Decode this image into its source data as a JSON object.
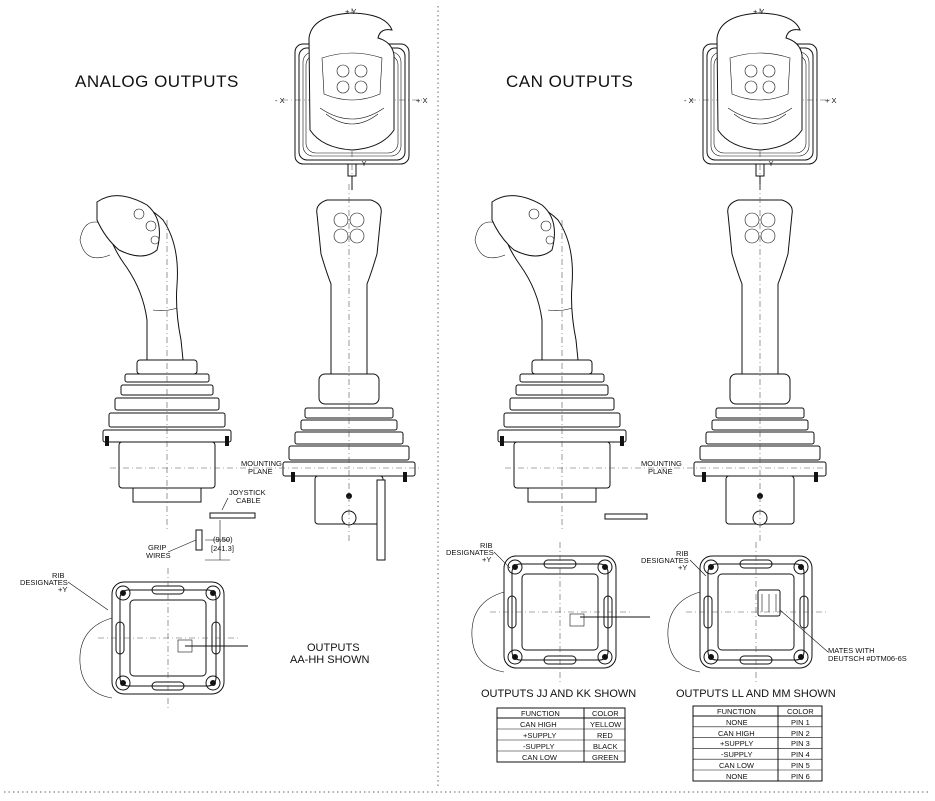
{
  "analog": {
    "title": "ANALOG OUTPUTS",
    "axis_py": "+ Y",
    "axis_mx": "- X",
    "axis_px": "+ X",
    "axis_my": "- Y",
    "mounting_plane_line1": "MOUNTING",
    "mounting_plane_line2": "PLANE",
    "joystick_cable_line1": "JOYSTICK",
    "joystick_cable_line2": "CABLE",
    "grip_wires_line1": "GRIP",
    "grip_wires_line2": "WIRES",
    "dim_in": "(9.50)",
    "dim_mm": "[241.3]",
    "rib_line1": "RIB",
    "rib_line2": "DESIGNATES",
    "rib_line3": "+Y",
    "outputs_line1": "OUTPUTS",
    "outputs_line2": "AA-HH SHOWN"
  },
  "can": {
    "title": "CAN OUTPUTS",
    "axis_py": "+ Y",
    "axis_mx": "- X",
    "axis_px": "+ X",
    "axis_my": "- Y",
    "mounting_plane_line1": "MOUNTING",
    "mounting_plane_line2": "PLANE",
    "rib_line1": "RIB",
    "rib_line2": "DESIGNATES",
    "rib_line3": "+Y",
    "rib2_line1": "RIB",
    "rib2_line2": "DESIGNATES",
    "rib2_line3": "+Y",
    "mates_line1": "MATES WITH",
    "mates_line2": "DEUTSCH #DTM06-6S",
    "caption_jj": "OUTPUTS JJ AND KK SHOWN",
    "caption_ll": "OUTPUTS LL AND MM SHOWN"
  },
  "table_color": {
    "headers": [
      "FUNCTION",
      "COLOR"
    ],
    "rows": [
      [
        "CAN HIGH",
        "YELLOW"
      ],
      [
        "+SUPPLY",
        "RED"
      ],
      [
        "-SUPPLY",
        "BLACK"
      ],
      [
        "CAN LOW",
        "GREEN"
      ]
    ]
  },
  "table_pin": {
    "headers": [
      "FUNCTION",
      "COLOR"
    ],
    "rows": [
      [
        "NONE",
        "PIN 1"
      ],
      [
        "CAN HIGH",
        "PIN 2"
      ],
      [
        "+SUPPLY",
        "PIN 3"
      ],
      [
        "-SUPPLY",
        "PIN 4"
      ],
      [
        "CAN LOW",
        "PIN 5"
      ],
      [
        "NONE",
        "PIN 6"
      ]
    ]
  }
}
